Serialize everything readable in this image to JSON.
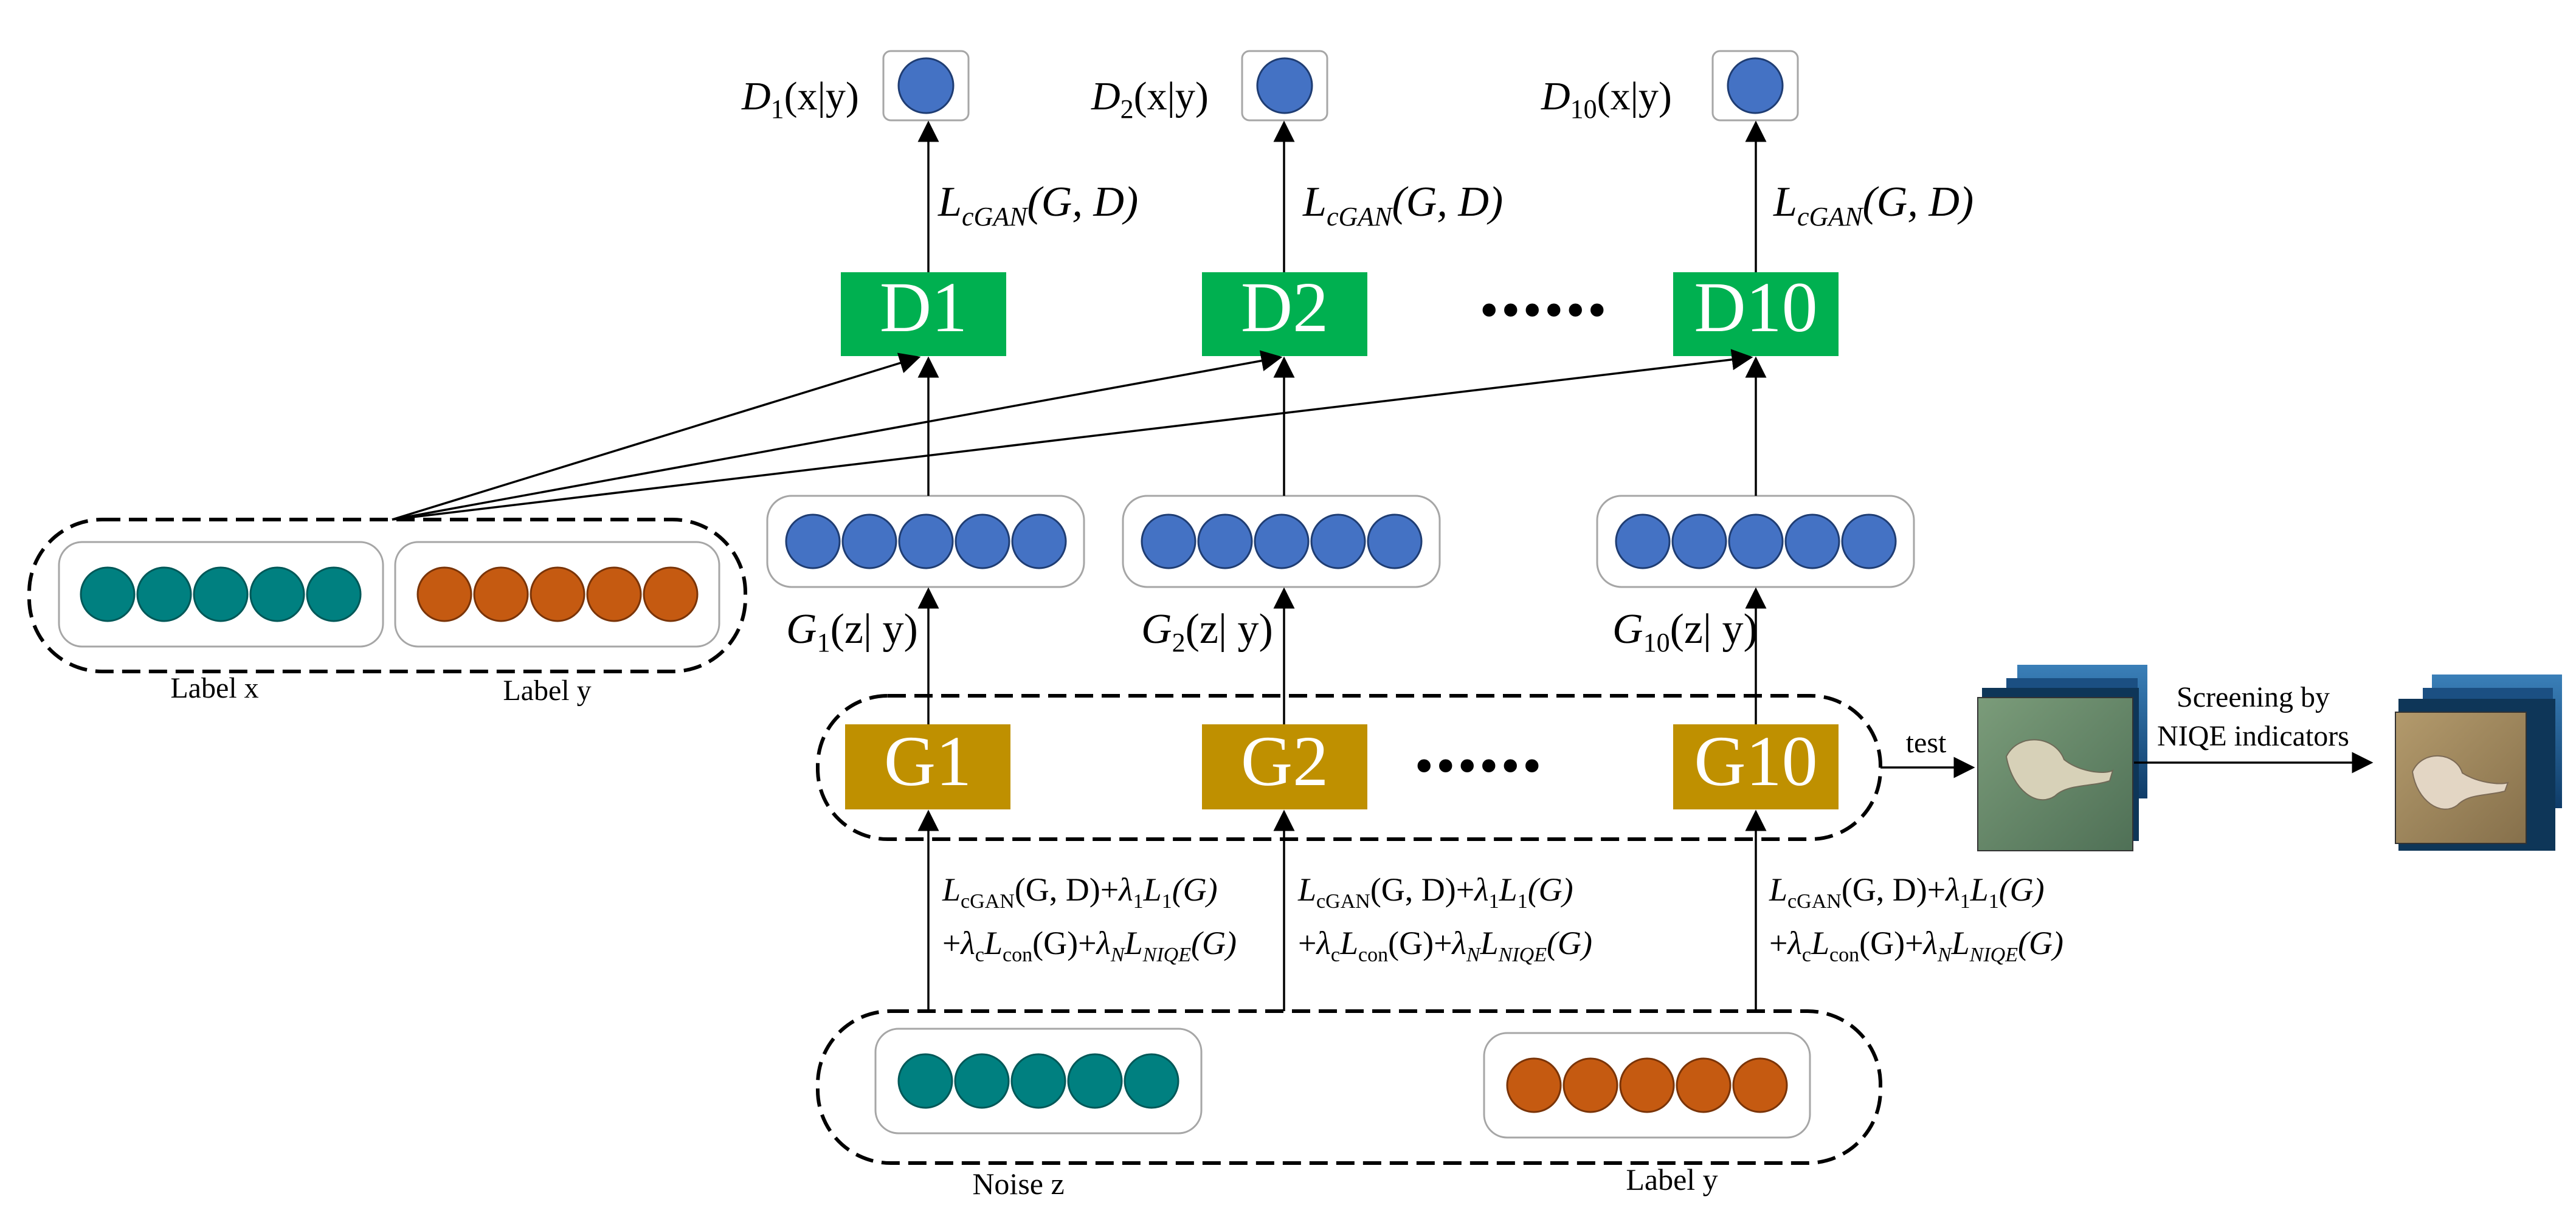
{
  "colors": {
    "teal": "#008080",
    "orange": "#C55A11",
    "blue": "#4472C4",
    "green": "#00B050",
    "gold": "#BF9000",
    "outline": "#A6A6A6",
    "black": "#000000",
    "white": "#FFFFFF"
  },
  "discriminators": [
    {
      "label": "D1",
      "output_func": "D",
      "output_sub": "1",
      "output_arg": "(x|y)",
      "loss_main": "L",
      "loss_sub": "cGAN",
      "loss_arg": "(G, D)"
    },
    {
      "label": "D2",
      "output_func": "D",
      "output_sub": "2",
      "output_arg": "(x|y)",
      "loss_main": "L",
      "loss_sub": "cGAN",
      "loss_arg": "(G, D)"
    },
    {
      "label": "D10",
      "output_func": "D",
      "output_sub": "10",
      "output_arg": "(x|y)",
      "loss_main": "L",
      "loss_sub": "cGAN",
      "loss_arg": "(G, D)"
    }
  ],
  "generators": [
    {
      "label": "G1",
      "output_func": "G",
      "output_sub": "1",
      "output_arg": "(z| y)"
    },
    {
      "label": "G2",
      "output_func": "G",
      "output_sub": "2",
      "output_arg": "(z| y)"
    },
    {
      "label": "G10",
      "output_func": "G",
      "output_sub": "10",
      "output_arg": "(z| y)"
    }
  ],
  "generator_loss": {
    "line1": {
      "L": "L",
      "cgan_sub": "cGAN",
      "args": "(G, D)",
      "plus": "+",
      "lambda": "λ",
      "lambda_sub": "1",
      "L1": "L",
      "L1_sub": "1",
      "G": "(G)"
    },
    "line2": {
      "plus": "+",
      "lambda": "λ",
      "lambda_c_sub": "c",
      "Lcon": "L",
      "con_sub": "con",
      "args": "(G)",
      "plus2": "+",
      "lambda_n": "λ",
      "lambda_n_sub": "N",
      "Ln": "L",
      "niqe_sub": "NIQE",
      "G": "(G)"
    }
  },
  "ellipsis_d": "••••••",
  "ellipsis_g": "••••••",
  "labels": {
    "label_x": "Label x",
    "label_y_top": "Label y",
    "noise_z": "Noise z",
    "label_y_bottom": "Label y",
    "test": "test",
    "screening_line1": "Screening by",
    "screening_line2": "NIQE indicators"
  }
}
